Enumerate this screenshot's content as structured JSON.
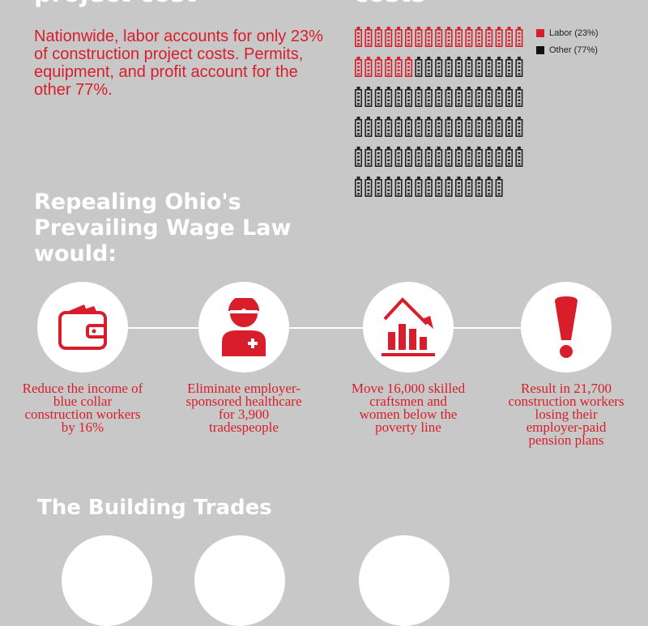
{
  "header": {
    "left_heading": "project cost",
    "right_heading": "costs"
  },
  "intro": {
    "text": "Nationwide, labor accounts for only 23% of construction project costs. Permits, equipment, and profit account for the other 77%."
  },
  "colors": {
    "labor": "#d81e2a",
    "other": "#222222"
  },
  "chart_data": {
    "type": "waffle",
    "series": [
      {
        "name": "Labor (23%)",
        "count": 23
      },
      {
        "name": "Other (77%)",
        "count": 77
      }
    ],
    "total": 100,
    "per_row": 17
  },
  "legend": {
    "labor_label": "Labor (23%)",
    "other_label": "Other (77%)"
  },
  "repeal": {
    "heading_line1": "Repealing Ohio's",
    "heading_line2": "Prevailing Wage Law",
    "heading_line3": "would:"
  },
  "impacts": [
    {
      "icon": "wallet-icon",
      "text": "Reduce the income of blue collar construction workers by 16%"
    },
    {
      "icon": "healthcare-worker-icon",
      "text": "Eliminate employer-sponsored healthcare for 3,900 tradespeople"
    },
    {
      "icon": "declining-chart-icon",
      "text": "Move 16,000 skilled craftsmen and women below the poverty line"
    },
    {
      "icon": "exclamation-icon",
      "text": "Result in 21,700 construction workers losing their employer-paid pension plans"
    }
  ],
  "trades": {
    "heading": "The Building Trades"
  }
}
